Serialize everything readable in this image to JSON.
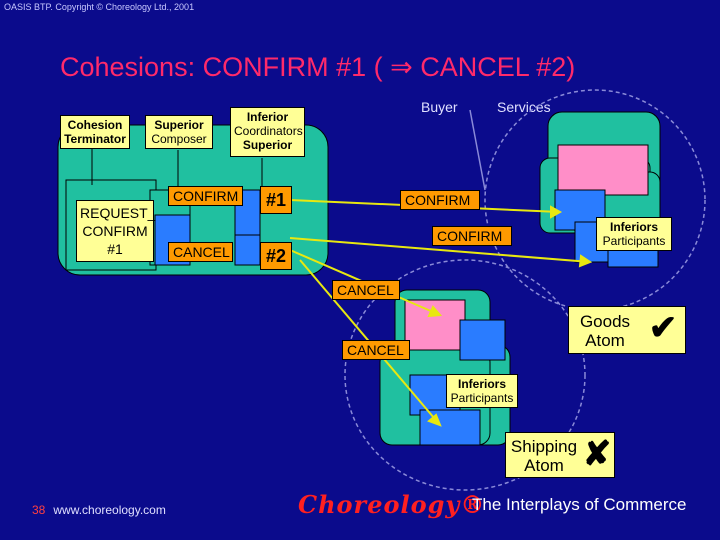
{
  "copyright": "OASIS BTP. Copyright © Choreology Ltd., 2001",
  "title": "Cohesions: CONFIRM #1 ( ⇒ CANCEL #2)",
  "headers": {
    "buyer": "Buyer",
    "services": "Services"
  },
  "labels": {
    "cohesion_terminator": "Cohesion Terminator",
    "superior_composer_1": "Superior",
    "superior_composer_2": "Composer",
    "inferior_coord_1": "Inferior",
    "inferior_coord_2": "Coordinators",
    "inferior_coord_3": "Superior",
    "request_confirm": "REQUEST_ CONFIRM #1",
    "inferiors_participants_1": "Inferiors",
    "inferiors_participants_2": "Participants",
    "inferiors_participants_b1": "Inferiors",
    "inferiors_participants_b2": "Participants"
  },
  "messages": {
    "confirm_left": "CONFIRM",
    "cancel_left": "CANCEL",
    "num1": "#1",
    "num2": "#2",
    "confirm_mid": "CONFIRM",
    "confirm_right": "CONFIRM",
    "cancel_mid": "CANCEL",
    "cancel_low": "CANCEL"
  },
  "atoms": {
    "goods": "Goods Atom",
    "goods_mark": "✔",
    "shipping": "Shipping Atom",
    "shipping_mark": "✘"
  },
  "footer": {
    "page": "38",
    "url": "www.choreology.com",
    "brand": "Choreology®",
    "tagline": "The Interplays of Commerce"
  },
  "colors": {
    "background": "#0b0b8c",
    "teal": "#20c0a0",
    "pink": "#ff8ec8",
    "box_blue": "#2a7cff",
    "label_yellow": "#ffff96",
    "message_orange": "#ff9a00",
    "arrow": "#e8e810",
    "title": "#ff2a6a"
  }
}
